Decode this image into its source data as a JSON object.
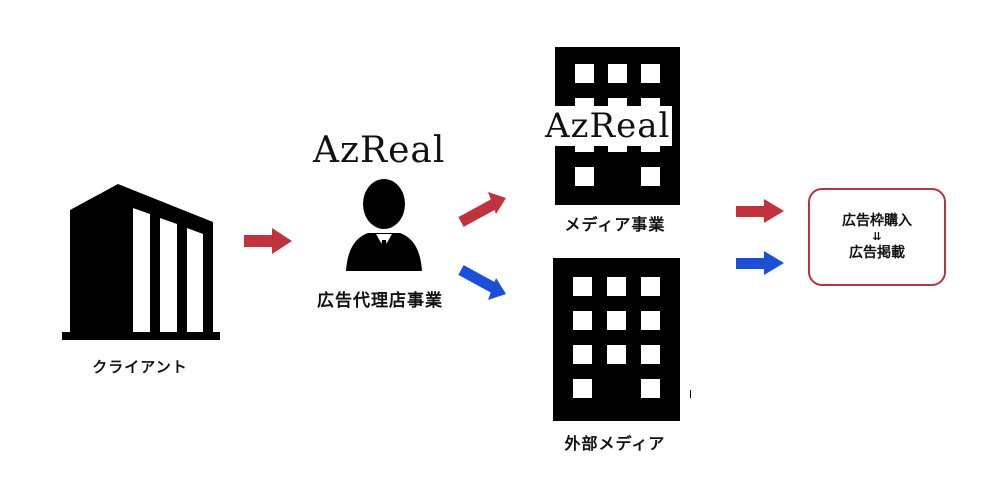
{
  "client": {
    "label": "クライアント"
  },
  "agency": {
    "brand": "AzReal",
    "label": "広告代理店事業"
  },
  "media": {
    "brand": "AzReal",
    "label": "メディア事業"
  },
  "external_media": {
    "label": "外部メディア"
  },
  "result": {
    "line1": "広告枠購入",
    "arrow": "⇊",
    "line2": "広告掲載"
  },
  "colors": {
    "red_arrow": "#c0323c",
    "blue_arrow": "#1a4fd6",
    "box_border": "#b5343f",
    "icon": "#000000"
  }
}
